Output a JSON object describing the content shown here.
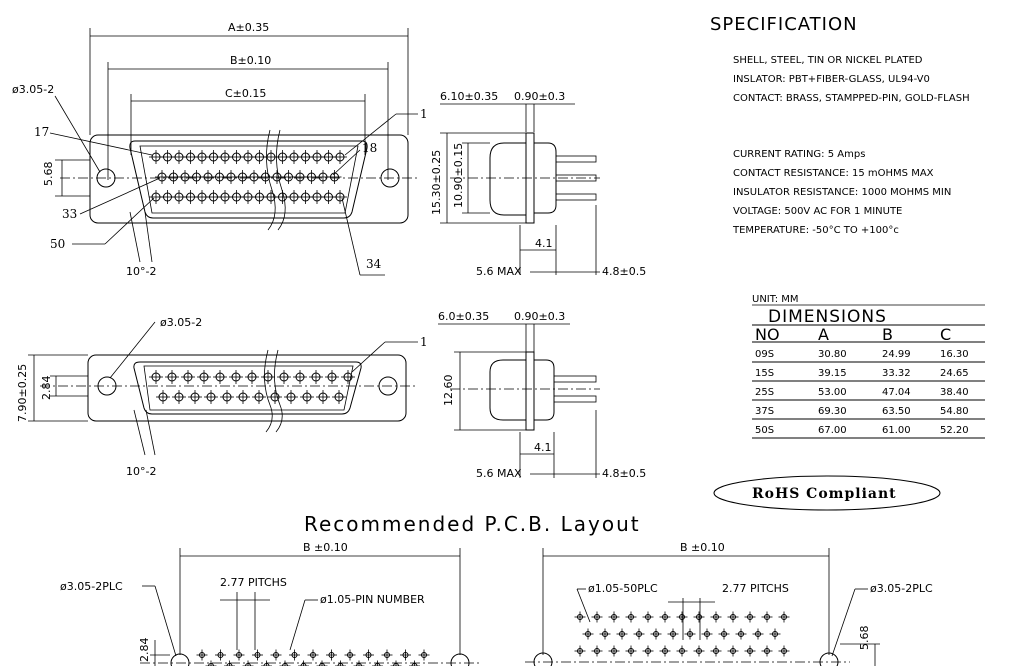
{
  "spec": {
    "title": "SPECIFICATION",
    "lines1": [
      "SHELL, STEEL, TIN OR NICKEL PLATED",
      "INSLATOR: PBT+FIBER-GLASS, UL94-V0",
      "CONTACT: BRASS, STAMPPED-PIN, GOLD-FLASH"
    ],
    "lines2": [
      "CURRENT RATING: 5 Amps",
      "CONTACT RESISTANCE: 15 mOHMS MAX",
      "INSULATOR RESISTANCE: 1000 MOHMS MIN",
      "VOLTAGE: 500V AC FOR 1 MINUTE",
      "TEMPERATURE: -50°C TO +100°c"
    ]
  },
  "dims": {
    "unit": "UNIT: MM",
    "title": "DIMENSIONS",
    "headers": [
      "NO",
      "A",
      "B",
      "C"
    ],
    "rows": [
      [
        "09S",
        "30.80",
        "24.99",
        "16.30"
      ],
      [
        "15S",
        "39.15",
        "33.32",
        "24.65"
      ],
      [
        "25S",
        "53.00",
        "47.04",
        "38.40"
      ],
      [
        "37S",
        "69.30",
        "63.50",
        "54.80"
      ],
      [
        "50S",
        "67.00",
        "61.00",
        "52.20"
      ]
    ]
  },
  "rohs": "RoHS Compliant",
  "pcb_title": "Recommended P.C.B. Layout",
  "front": {
    "a": "A±0.35",
    "b": "B±0.10",
    "c": "C±0.15",
    "hole": "ø3.05-2",
    "p17": "17",
    "p18": "18",
    "p1": "1",
    "p33": "33",
    "p50": "50",
    "p34": "34",
    "h1": "5.68",
    "ang": "10°-2"
  },
  "side1": {
    "d1": "6.10±0.35",
    "d2": "0.90±0.3",
    "h1": "15.30±0.25",
    "h2": "10.90±0.15",
    "w1": "4.1",
    "w2": "5.6 MAX",
    "w3": "4.8±0.5"
  },
  "front2": {
    "hole": "ø3.05-2",
    "p1": "1",
    "h1": "7.90±0.25",
    "h2": "2.84",
    "ang": "10°-2"
  },
  "side2": {
    "d1": "6.0±0.35",
    "d2": "0.90±0.3",
    "h1": "12.60",
    "w1": "4.1",
    "w2": "5.6 MAX",
    "w3": "4.8±0.5"
  },
  "pcb_left": {
    "b": "B ±0.10",
    "hole": "ø3.05-2PLC",
    "pitch": "2.77  PITCHS",
    "pin": "ø1.05-PIN  NUMBER",
    "h": "2.84"
  },
  "pcb_right": {
    "b": "B ±0.10",
    "pin": "ø1.05-50PLC",
    "pitch": "2.77  PITCHS",
    "hole": "ø3.05-2PLC",
    "h": "5.68"
  }
}
